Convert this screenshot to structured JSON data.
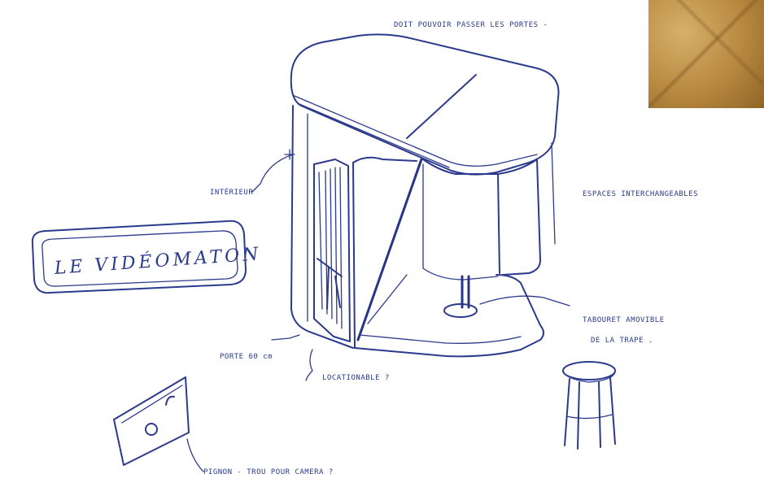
{
  "title_badge": {
    "text": "LE VIDÉOMATON"
  },
  "annotations": {
    "top": "DOIT POUVOIR PASSER LES PORTES -",
    "left": "INTÉRIEUR",
    "right": "ESPACES INTERCHANGEABLES",
    "stool_line1": "TABOURET AMOVIBLE",
    "stool_line2": "DE LA TRAPE .",
    "door": "PORTE 60 cm",
    "door_question": "LOCATIONABLE ?",
    "camera": "PIGNON - TROU POUR CAMERA ?"
  },
  "colors": {
    "ink": "#2b3a8c",
    "paper": "#ffffff"
  }
}
